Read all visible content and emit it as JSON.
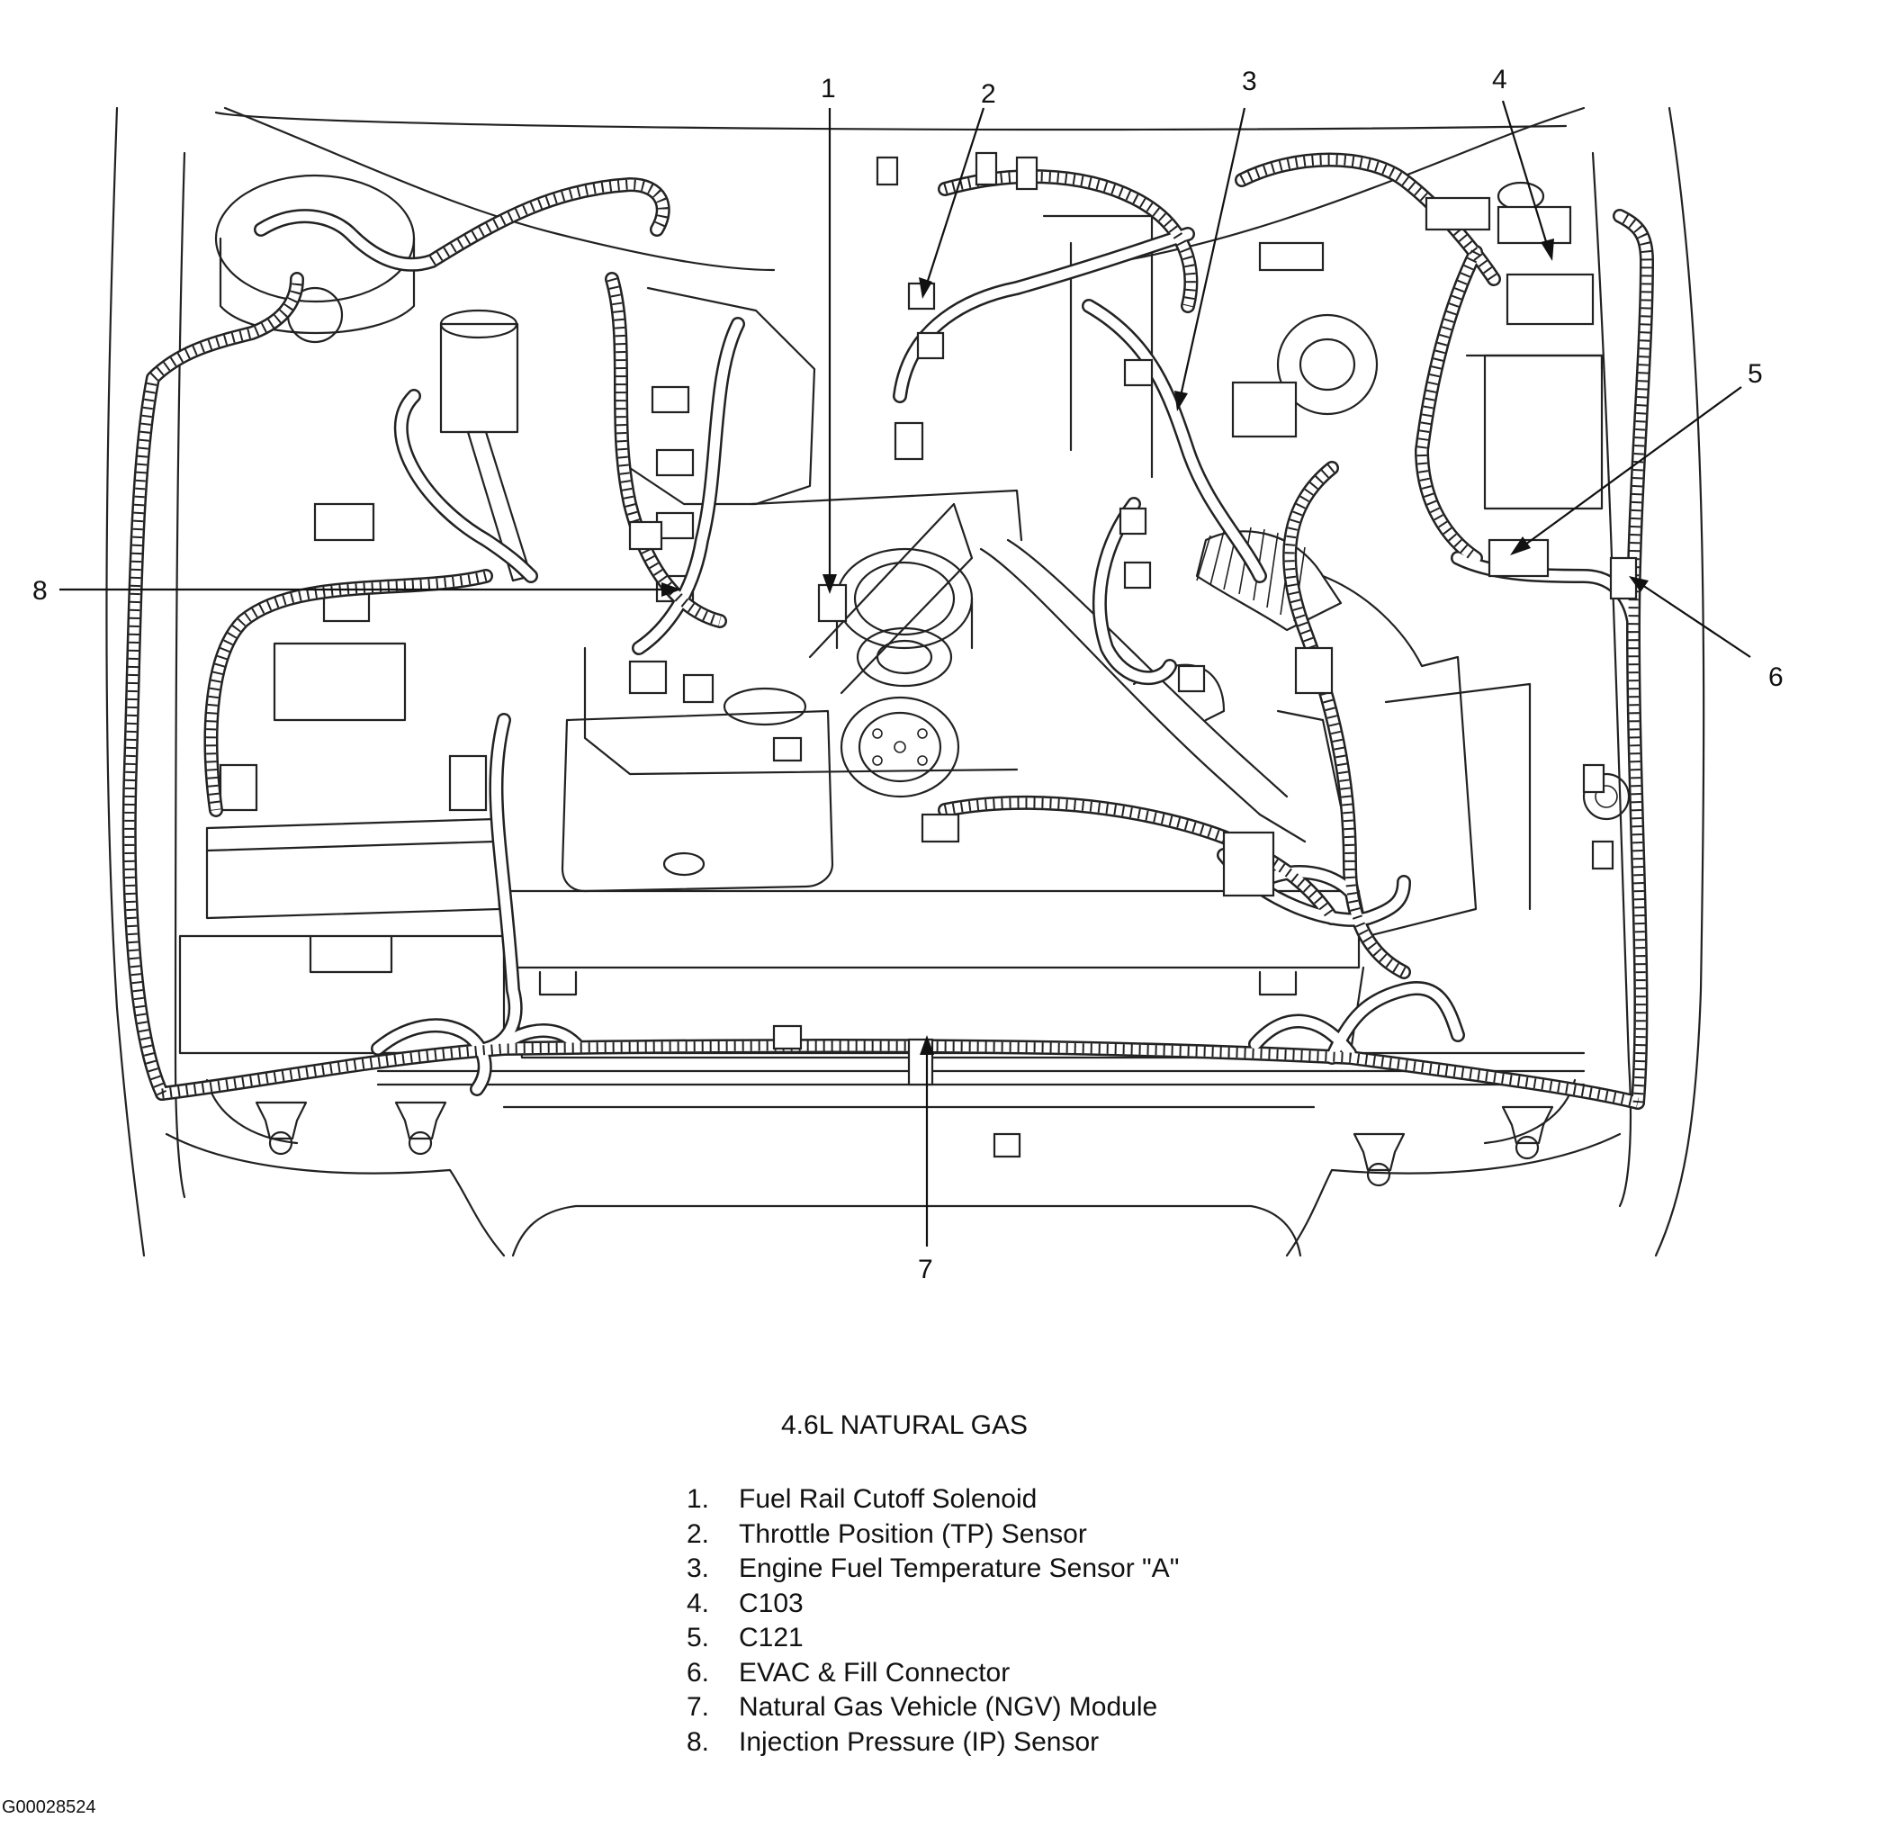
{
  "figure": {
    "title": "4.6L NATURAL GAS",
    "figure_id": "G00028524",
    "callouts": [
      {
        "number": "1",
        "label": "Fuel Rail Cutoff Solenoid"
      },
      {
        "number": "2",
        "label": "Throttle Position (TP) Sensor"
      },
      {
        "number": "3",
        "label": "Engine Fuel Temperature Sensor \"A\""
      },
      {
        "number": "4",
        "label": "C103"
      },
      {
        "number": "5",
        "label": "C121"
      },
      {
        "number": "6",
        "label": "EVAC & Fill Connector"
      },
      {
        "number": "7",
        "label": "Natural Gas Vehicle (NGV) Module"
      },
      {
        "number": "8",
        "label": "Injection Pressure (IP) Sensor"
      }
    ]
  }
}
